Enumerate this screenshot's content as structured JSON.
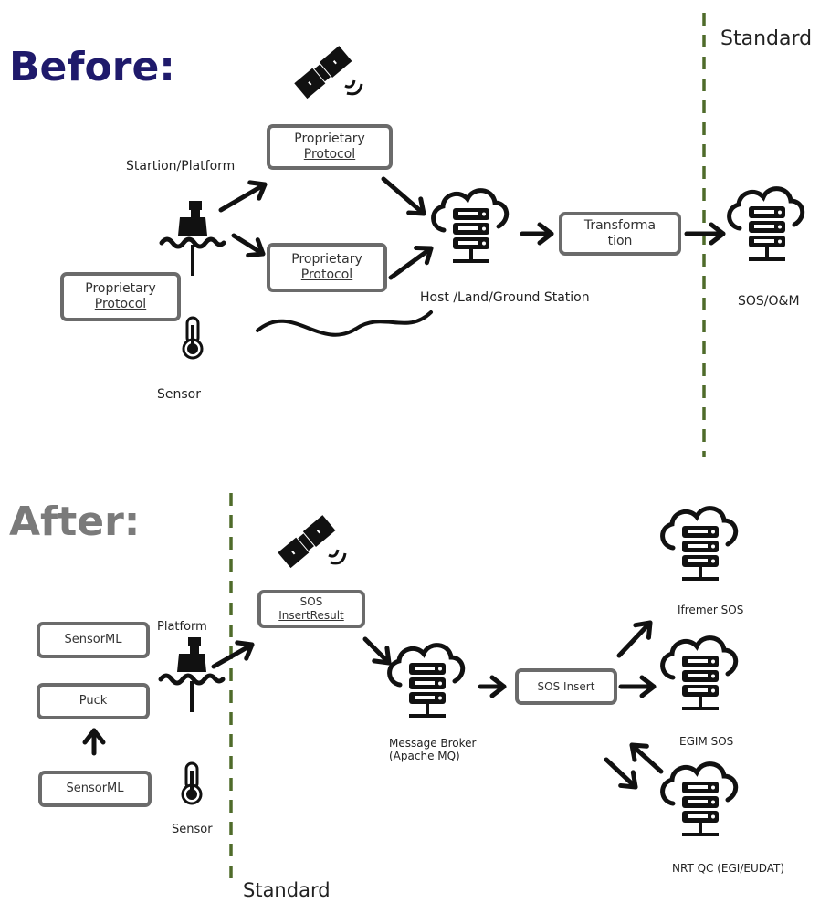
{
  "before": {
    "heading": "Before:",
    "standard_label": "Standard",
    "station_platform_label": "Startion/Platform",
    "sensor_label": "Sensor",
    "proprietary_protocol_label": "Proprietary Protocol",
    "protocol_top": {
      "line1": "Proprietary",
      "line2": "Protocol"
    },
    "protocol_bottom": {
      "line1": "Proprietary",
      "line2": "Protocol"
    },
    "protocol_sensor": {
      "line1": "Proprietary",
      "line2": "Protocol"
    },
    "transformation": {
      "line1": "Transforma",
      "line2": "tion"
    },
    "host_label": "Host /Land/Ground Station",
    "sos_om_label": "SOS/O&M"
  },
  "after": {
    "heading": "After:",
    "standard_label": "Standard",
    "platform_label": "Platform",
    "sensor_label": "Sensor",
    "sensorml_top": "SensorML",
    "puck": "Puck",
    "sensorml_bottom": "SensorML",
    "sos_insertresult": {
      "line1": "SOS",
      "line2": "InsertResult"
    },
    "message_broker": {
      "line1": "Message Broker",
      "line2": "(Apache MQ)"
    },
    "sos_insert": "SOS Insert",
    "ifremer_sos": "Ifremer SOS",
    "egim_sos": "EGIM SOS",
    "nrt_qc": "NRT QC (EGI/EUDAT)"
  },
  "colors": {
    "before_heading": "#1f1a6b",
    "after_heading": "#7a7a7a",
    "standard_line": "#4f6b2a",
    "box_border": "#6b6b6b",
    "icon": "#111111"
  },
  "icons": [
    "satellite-icon",
    "buoy-platform-icon",
    "thermometer-sensor-icon",
    "cloud-server-icon",
    "wave-icon",
    "arrow-icon"
  ]
}
